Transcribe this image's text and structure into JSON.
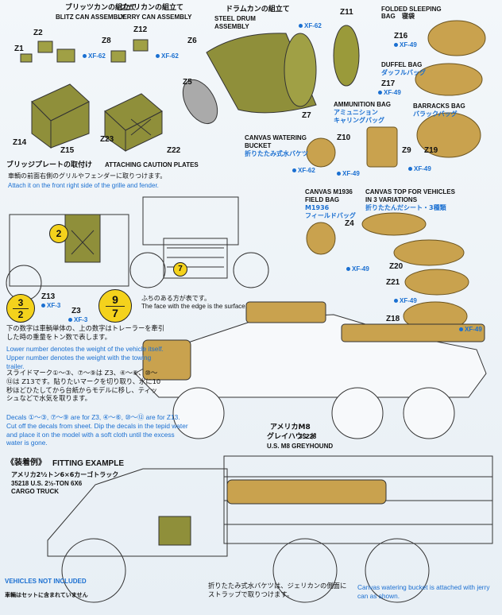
{
  "blitz": {
    "jp": "ブリッツカンの組立て",
    "en": "BLITZ CAN ASSEMBLY",
    "z2": "Z2",
    "z1": "Z1",
    "z14": "Z14",
    "z15": "Z15"
  },
  "jerry": {
    "jp": "ジェリカンの組立て",
    "en": "JERRY CAN ASSEMBLY",
    "z12": "Z12",
    "z8": "Z8",
    "z23": "Z23",
    "z22": "Z22"
  },
  "drum": {
    "jp": "ドラムカンの組立て",
    "en1": "STEEL DRUM",
    "en2": "ASSEMBLY",
    "z6": "Z6",
    "z5": "Z5",
    "z7": "Z7",
    "z11": "Z11"
  },
  "paints": {
    "xf62": "XF-62",
    "xf49": "XF-49",
    "xf3": "XF-3"
  },
  "sleeping": {
    "en": "FOLDED SLEEPING",
    "en2": "BAG",
    "jp": "寝袋",
    "part": "Z16"
  },
  "duffel": {
    "en": "DUFFEL BAG",
    "jp": "ダッフルバッグ",
    "part": "Z17"
  },
  "ammo": {
    "en": "AMMUNITION BAG",
    "jp1": "アミュニション",
    "jp2": "キャリングバッグ"
  },
  "bucket": {
    "en1": "CANVAS WATERING",
    "en2": "BUCKET",
    "jp": "折りたたみ式水バケツ",
    "part": "Z10"
  },
  "barracks": {
    "en": "BARRACKS BAG",
    "jp": "バラックバッグ",
    "part": "Z19",
    "z9": "Z9"
  },
  "plate": {
    "jp": "ブリッジプレートの取付け",
    "en": "ATTACHING CAUTION PLATES",
    "jp_note": "車輌の前面右側のグリルやフェンダーに取りつけます。",
    "en_note": "Attach it on the front right side of the grille and fender."
  },
  "field": {
    "en1": "CANVAS M1936",
    "en2": "FIELD BAG",
    "jp1": "M1936",
    "jp2": "フィールドバッグ",
    "part": "Z4"
  },
  "top": {
    "en1": "CANVAS TOP FOR VEHICLES",
    "en2": "IN 3 VARIATIONS",
    "jp": "折りたたんだシート・3種類",
    "z20": "Z20",
    "z21": "Z21",
    "z18": "Z18"
  },
  "decals": {
    "z13": "Z13",
    "z3": "Z3",
    "c2": "2",
    "c7": "7",
    "c32_top": "3",
    "c32_bot": "2",
    "c97_top": "9",
    "c97_bot": "7"
  },
  "surface": {
    "jp": "ふちのある方が表です。",
    "en": "The face with the edge is the surface."
  },
  "notes": {
    "jp1": "下の数字は車輌単体の、上の数字はトレーラーを牽引した時の重量をトン数で表します。",
    "en1": "Lower number denotes the weight of the vehicle itself. Upper number denotes the weight with the towing trailer.",
    "jp2": "スライドマーク①～③、⑦～⑨は Z3、④～⑥、⑩～⑫は Z13です。貼りたいマークを切り取り、水に10秒ほどひたしてから台紙からモデルに移し、ティッシュなどで水気を取ります。",
    "en2": "Decals ①～③, ⑦～⑨ are for Z3, ④～⑥, ⑩～⑫ are for Z13. Cut off the decals from sheet. Dip the decals in the tepid water and place it on the model with a soft cloth until the excess water is gone."
  },
  "greyhound": {
    "jp1": "アメリカM8",
    "jp2": "グレイハウンド",
    "code": "35228",
    "en": "U.S. M8 GREYHOUND"
  },
  "fitting": {
    "jp": "《装着例》",
    "en": "FITTING EXAMPLE"
  },
  "truck": {
    "jp": "アメリカ2½トン6×6カーゴトラック",
    "en1": "35218 U.S. 2½-TON 6X6",
    "en2": "CARGO TRUCK"
  },
  "footer": {
    "vehicles": "VEHICLES NOT INCLUDED",
    "vehicles_jp": "車輌はセットに含まれていません",
    "bucket_jp": "折りたたみ式水バケツは、ジェリカンの側面にストラップで取りつけます。",
    "bucket_en": "Canvas watering bucket is attached with jerry can as shown."
  },
  "colors": {
    "olive": "#9a9a3a",
    "tan": "#c9a24e",
    "blue": "#1a6fd1",
    "yellow": "#f4d21c"
  }
}
